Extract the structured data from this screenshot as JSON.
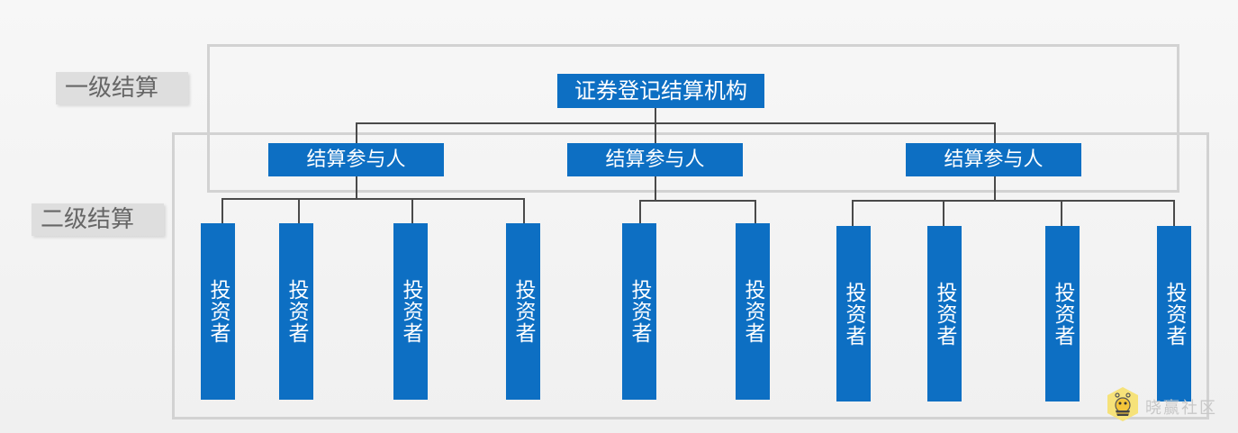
{
  "levels": {
    "first": "一级结算",
    "second": "二级结算"
  },
  "root": {
    "label": "证券登记结算机构"
  },
  "participants": [
    {
      "label": "结算参与人"
    },
    {
      "label": "结算参与人"
    },
    {
      "label": "结算参与人"
    }
  ],
  "investors": [
    {
      "label": "投资者"
    },
    {
      "label": "投资者"
    },
    {
      "label": "投资者"
    },
    {
      "label": "投资者"
    },
    {
      "label": "投资者"
    },
    {
      "label": "投资者"
    },
    {
      "label": "投资者"
    },
    {
      "label": "投资者"
    },
    {
      "label": "投资者"
    },
    {
      "label": "投资者"
    }
  ],
  "watermark": {
    "text": "晓赢社区",
    "icon": "bee-icon"
  },
  "colors": {
    "box_fill": "#0d6fc3",
    "box_text": "#ffffff",
    "line": "#4a4a4a",
    "frame": "#d2d2d2",
    "label_bg": "#dedede",
    "label_text": "#666666"
  }
}
